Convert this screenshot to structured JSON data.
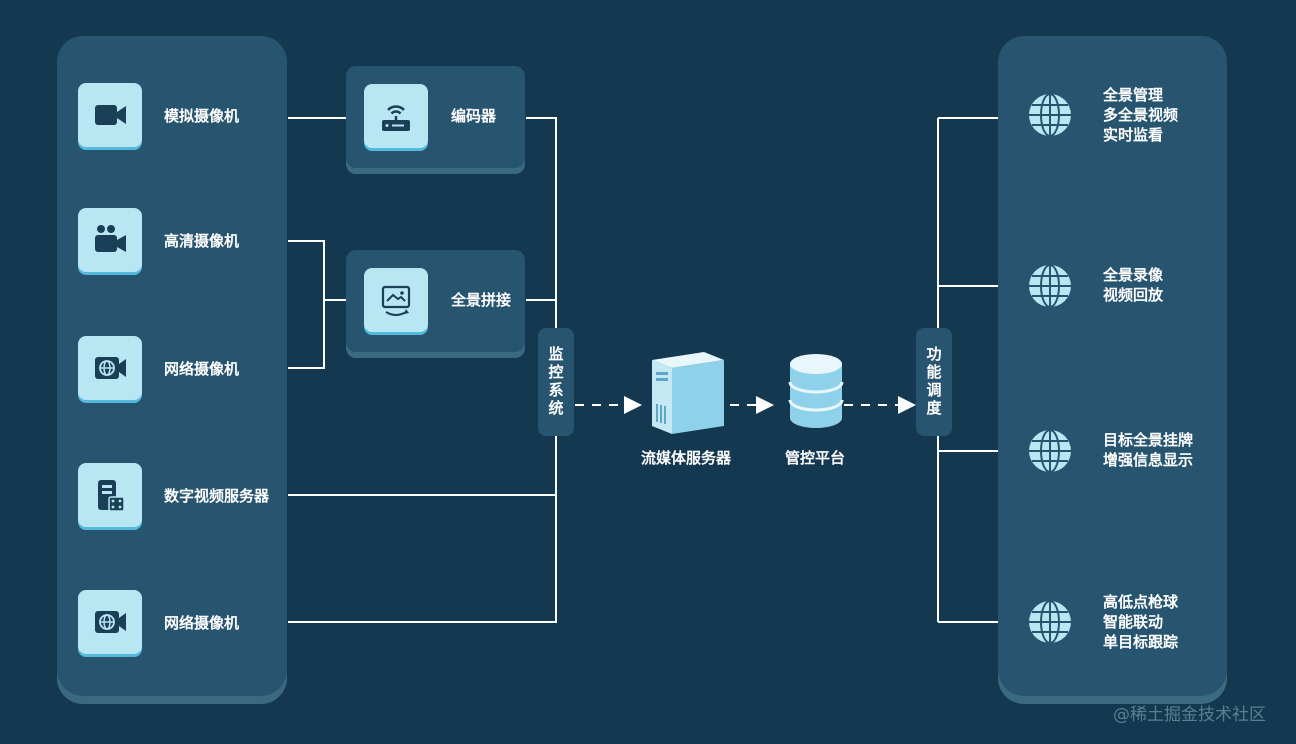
{
  "sources": [
    {
      "label": "模拟摄像机",
      "icon": "video-camera-icon"
    },
    {
      "label": "高清摄像机",
      "icon": "hd-camera-icon"
    },
    {
      "label": "网络摄像机",
      "icon": "network-camera-icon"
    },
    {
      "label": "数字视频服务器",
      "icon": "dvs-server-icon"
    },
    {
      "label": "网络摄像机",
      "icon": "network-camera-icon"
    }
  ],
  "processors": [
    {
      "label": "编码器",
      "icon": "router-icon"
    },
    {
      "label": "全景拼接",
      "icon": "panorama-icon"
    }
  ],
  "monitor_system": "监控系统",
  "streaming_server": "流媒体服务器",
  "control_platform": "管控平台",
  "dispatch": "功能调度",
  "functions": [
    {
      "lines": [
        "全景管理",
        "多全景视频",
        "实时监看"
      ]
    },
    {
      "lines": [
        "全景录像",
        "视频回放"
      ]
    },
    {
      "lines": [
        "目标全景挂牌",
        "增强信息显示"
      ]
    },
    {
      "lines": [
        "高低点枪球",
        "智能联动",
        "单目标跟踪"
      ]
    }
  ],
  "watermark": "@稀土掘金技术社区",
  "colors": {
    "background": "#133850",
    "panel": "#275570",
    "icon_tile": "#b8e6f3",
    "icon_dark": "#1b3f57",
    "line": "#ffffff"
  }
}
